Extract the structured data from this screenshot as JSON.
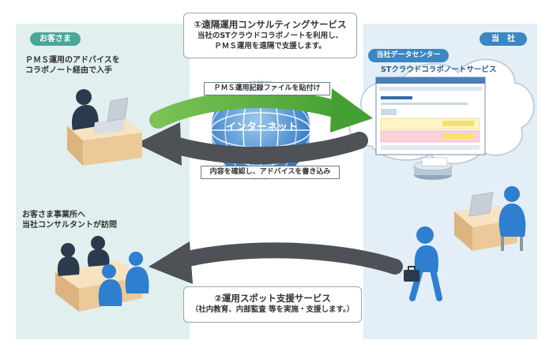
{
  "customer": {
    "label": "お客さま",
    "advice_text": [
      "ＰＭＳ運用のアドバイスを",
      "コラボノート経由で入手"
    ],
    "visit_text": [
      "お客さま事業所へ",
      "当社コンサルタントが訪問"
    ]
  },
  "company": {
    "label": "当　社",
    "datacenter_label": "当社データセンター",
    "service_label": "STクラウドコラボノートサービス"
  },
  "service1": {
    "title": "①遠隔運用コンサルティングサービス",
    "desc": [
      "当社のSTクラウドコラボノートを利用し、",
      "ＰＭＳ運用を遠隔で支援します。"
    ]
  },
  "internet_label": "インターネット",
  "upload_label": "ＰＭＳ運用記録ファイルを貼付け",
  "advice_label": "内容を確認し、アドバイスを書き込み",
  "service2": {
    "title": "②運用スポット支援サービス",
    "desc": "（社内教育、内部監査 等を実施・支援します。）"
  },
  "colors": {
    "customer_bg": "#e1f0ee",
    "company_bg": "#e3eef6",
    "customer_tag": "#4aa59a",
    "company_tag": "#3c86c2",
    "green_arrow": "#5cae3f",
    "gray_arrow": "#4e5257",
    "person_blue": "#2f7fd0",
    "person_dark": "#2b3a4d",
    "desk": "#f5dcb8"
  },
  "icons": [
    "globe-icon",
    "server-icon",
    "laptop-icon",
    "briefcase-icon",
    "person-icon",
    "cloud-icon"
  ]
}
